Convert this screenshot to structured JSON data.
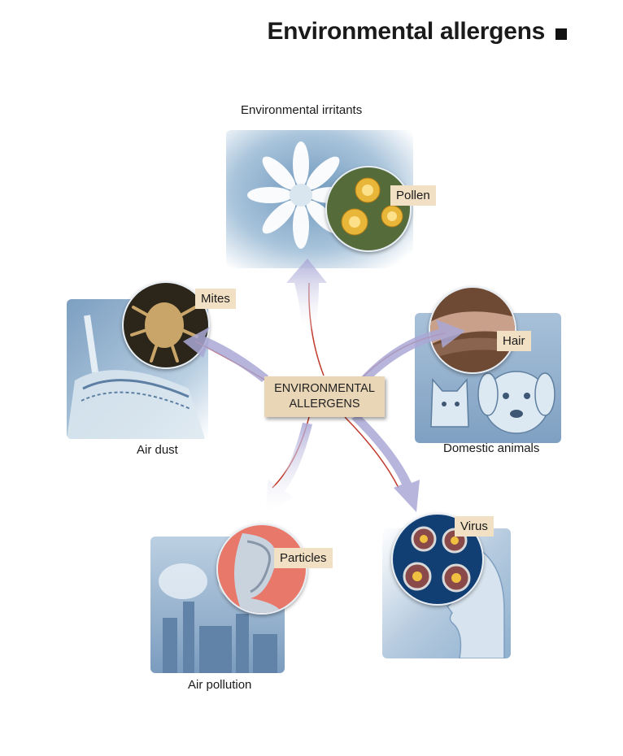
{
  "title": "Environmental allergens",
  "center_label": {
    "line1": "ENVIRONMENTAL",
    "line2": "ALLERGENS"
  },
  "categories": [
    {
      "caption": "Environmental irritants",
      "tag": "Pollen"
    },
    {
      "caption": "Air dust",
      "tag": "Mites"
    },
    {
      "caption": "Domestic animals",
      "tag": "Hair"
    },
    {
      "caption": "Air pollution",
      "tag": "Particles"
    },
    {
      "caption": "",
      "tag": "Virus"
    }
  ],
  "colors": {
    "tag_bg": "#f2e0c4",
    "center_bg": "#e9d6b6",
    "arrow_fill": "#b7b6da",
    "arrow_edge": "#c0392b",
    "panel_blue": "#7fa6c8"
  },
  "icons": [
    "flower-icon",
    "pollen-grain-icon",
    "carpet-icon",
    "mite-icon",
    "cat-dog-icon",
    "fur-icon",
    "factory-icon",
    "particle-icon",
    "face-profile-icon",
    "virus-icon"
  ]
}
